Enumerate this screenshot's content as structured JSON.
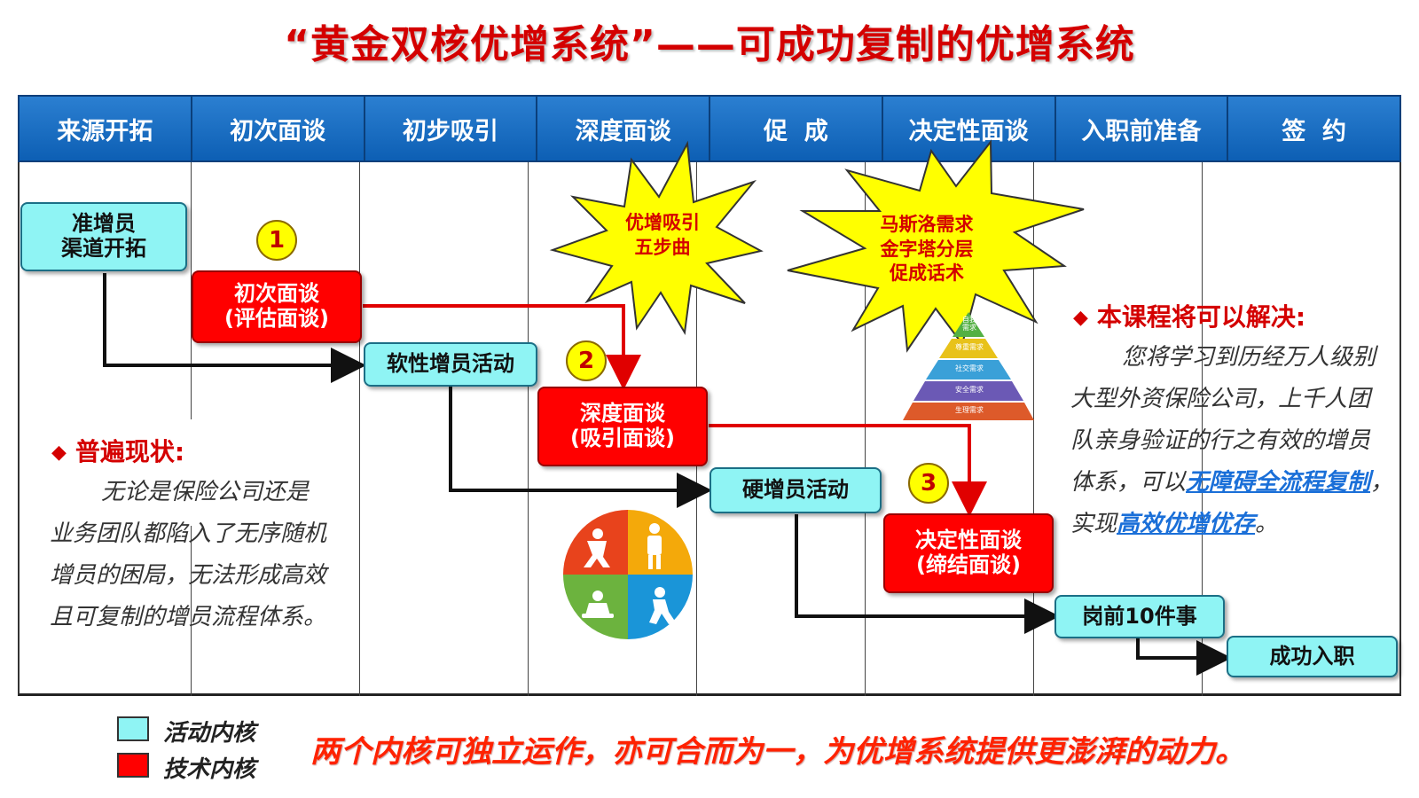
{
  "title": "“黄金双核优增系统”——可成功复制的优增系统",
  "columns": [
    "来源开拓",
    "初次面谈",
    "初步吸引",
    "深度面谈",
    "促  成",
    "决定性面谈",
    "入职前准备",
    "签  约"
  ],
  "boxes": {
    "recruit_channel": "准增员\n渠道开拓",
    "initial_interview": "初次面谈\n(评估面谈)",
    "soft_activity": "软性增员活动",
    "deep_interview": "深度面谈\n(吸引面谈)",
    "hard_activity": "硬增员活动",
    "decisive_interview": "决定性面谈\n(缔结面谈)",
    "pre_job_tasks": "岗前10件事",
    "success_onboard": "成功入职"
  },
  "step_numbers": [
    "1",
    "2",
    "3"
  ],
  "bursts": {
    "five_steps": "优增吸引\n五步曲",
    "maslow": "马斯洛需求\n金字塔分层\n促成话术"
  },
  "pyramid_levels": [
    "自我\n需求",
    "尊重需求",
    "社交需求",
    "安全需求",
    "生理需求"
  ],
  "left_note": {
    "heading": "普遍现状:",
    "lines": [
      "无论是保险公司还是",
      "业务团队都陷入了无序随机",
      "增员的困局，无法形成高效",
      "且可复制的增员流程体系。"
    ]
  },
  "right_note": {
    "heading": "本课程将可以解决:",
    "line1": "您将学习到历经万人级别",
    "line2": "大型外资保险公司，上千人团",
    "line3": "队亲身验证的行之有效的增员",
    "line4_prefix": "体系，可以",
    "line4_highlight": "无障碍全流程复制",
    "line4_suffix": "，",
    "line5_prefix": "实现",
    "line5_highlight": "高效优增优存",
    "line5_suffix": "。"
  },
  "legend": {
    "activity_core": "活动内核",
    "tech_core": "技术内核"
  },
  "slogan": "两个内核可独立运作，亦可合而为一，为优增系统提供更澎湃的动力。",
  "colors": {
    "activity": "#8ff4f4",
    "technique": "#ff0000",
    "header_blue": "#1a6fc6",
    "title_red": "#d40000",
    "highlight_blue": "#1a6fd8"
  }
}
